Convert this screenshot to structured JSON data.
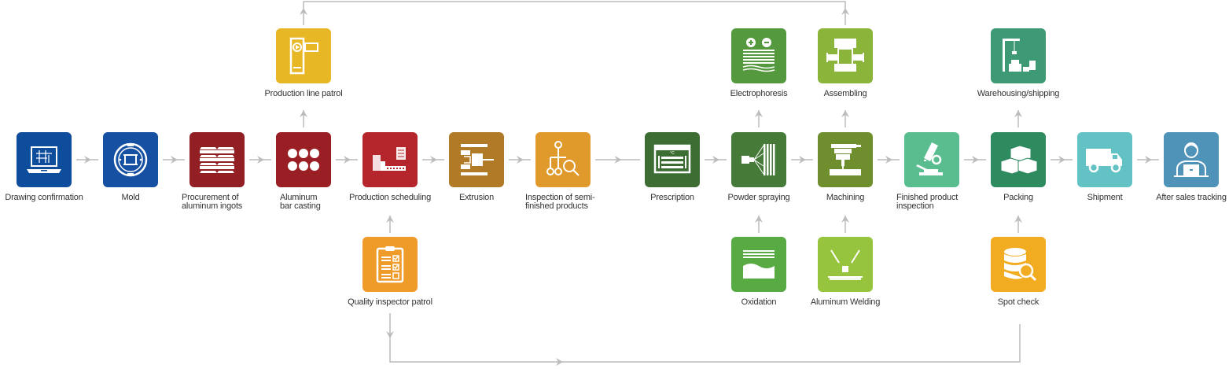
{
  "diagram": {
    "connector_color": "#bcbcbc",
    "main_flow": [
      {
        "id": "drawing-confirmation",
        "label": "Drawing confirmation",
        "icon": "laptop-blueprint-icon",
        "color": "#0e4d9c"
      },
      {
        "id": "mold",
        "label": "Mold",
        "icon": "mold-icon",
        "color": "#1550a3"
      },
      {
        "id": "procurement",
        "label": "Procurement of aluminum ingots",
        "icon": "ingots-icon",
        "color": "#921f24"
      },
      {
        "id": "bar-casting",
        "label": "Aluminum bar casting",
        "icon": "bars-icon",
        "color": "#9a1f25"
      },
      {
        "id": "production-scheduling",
        "label": "Production scheduling",
        "icon": "factory-icon",
        "color": "#b5262c"
      },
      {
        "id": "extrusion",
        "label": "Extrusion",
        "icon": "extrusion-press-icon",
        "color": "#b07a27"
      },
      {
        "id": "semi-inspection",
        "label": "Inspection of semi-finished products",
        "icon": "tree-magnifier-icon",
        "color": "#e0992b"
      },
      {
        "id": "prescription",
        "label": "Prescription",
        "icon": "oven-icon",
        "color": "#3e6d34"
      },
      {
        "id": "powder-spraying",
        "label": "Powder spraying",
        "icon": "spray-gun-icon",
        "color": "#467a38"
      },
      {
        "id": "machining",
        "label": "Machining",
        "icon": "milling-machine-icon",
        "color": "#6f8f2f"
      },
      {
        "id": "finished-inspection",
        "label": "Finished product inspection",
        "icon": "microscope-icon",
        "color": "#5abd8f"
      },
      {
        "id": "packing",
        "label": "Packing",
        "icon": "boxes-icon",
        "color": "#2e8a5f"
      },
      {
        "id": "shipment",
        "label": "Shipment",
        "icon": "truck-icon",
        "color": "#63c3c4"
      },
      {
        "id": "after-sales",
        "label": "After sales tracking",
        "icon": "support-agent-icon",
        "color": "#4f93b9"
      }
    ],
    "upper_nodes": [
      {
        "id": "line-patrol",
        "label": "Production line patrol",
        "icon": "video-camera-icon",
        "color": "#e8b726"
      },
      {
        "id": "electrophoresis",
        "label": "Electrophoresis",
        "icon": "plus-minus-bath-icon",
        "color": "#54993e"
      },
      {
        "id": "assembling",
        "label": "Assembling",
        "icon": "assembly-icon",
        "color": "#8ab53a"
      },
      {
        "id": "warehousing",
        "label": "Warehousing/shipping",
        "icon": "crane-forklift-icon",
        "color": "#3d9a74"
      }
    ],
    "lower_nodes": [
      {
        "id": "quality-patrol",
        "label": "Quality inspector patrol",
        "icon": "clipboard-check-icon",
        "color": "#ee9b2a"
      },
      {
        "id": "oxidation",
        "label": "Oxidation",
        "icon": "oxidation-tank-icon",
        "color": "#58ab42"
      },
      {
        "id": "welding",
        "label": "Aluminum Welding",
        "icon": "welding-robot-icon",
        "color": "#97c43f"
      },
      {
        "id": "spot-check",
        "label": "Spot check",
        "icon": "database-search-icon",
        "color": "#f1ac21"
      }
    ]
  }
}
